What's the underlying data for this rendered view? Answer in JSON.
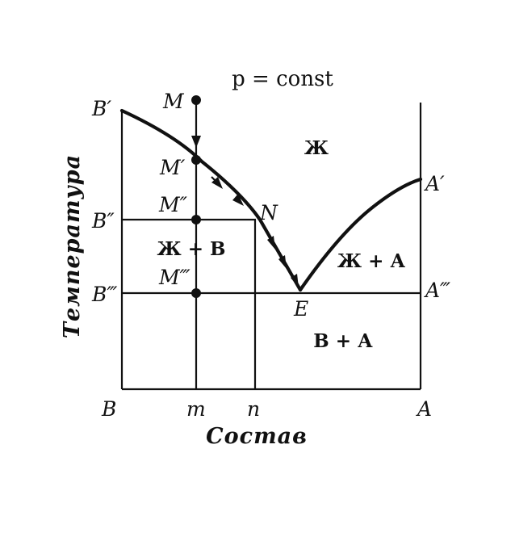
{
  "title": "p = const",
  "axes": {
    "ylabel": "Температура",
    "xlabel": "Состав"
  },
  "temperature_labels": {
    "b_prime": "B′",
    "b_double_prime": "B″",
    "b_triple_prime": "B‴",
    "a_prime": "A′",
    "a_triple_prime": "A‴"
  },
  "composition_labels": {
    "b": "B",
    "m": "m",
    "n": "n",
    "a": "A"
  },
  "points": {
    "m": "M",
    "m_prime": "M′",
    "m_double_prime": "M″",
    "m_triple_prime": "M‴",
    "n": "N",
    "e": "E"
  },
  "regions": {
    "liquid": "Ж",
    "liquid_b": "Ж + В",
    "liquid_a": "Ж + А",
    "b_a": "В + А"
  }
}
